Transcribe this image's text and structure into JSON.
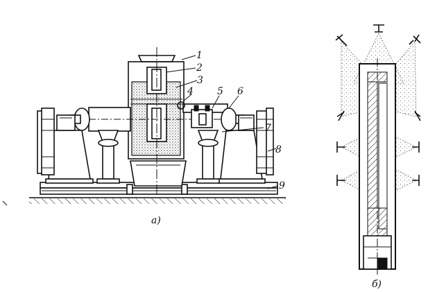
{
  "figure": {
    "view_a": {
      "caption": "а)",
      "callouts": [
        "1",
        "2",
        "3",
        "4",
        "5",
        "6",
        "7",
        "8",
        "9"
      ]
    },
    "view_b": {
      "caption": "б)"
    },
    "colors": {
      "line": "#111111",
      "background": "#ffffff"
    }
  }
}
